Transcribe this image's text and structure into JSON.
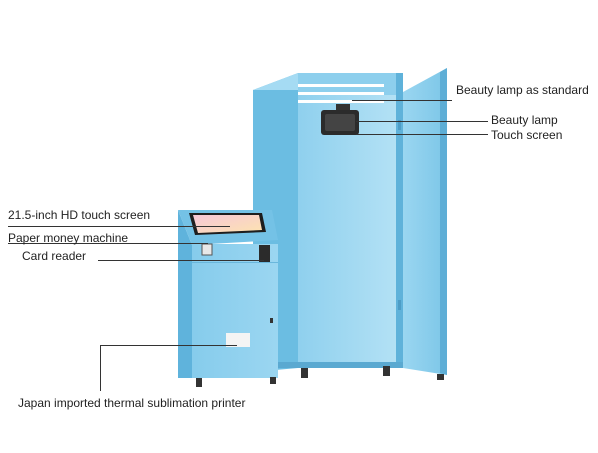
{
  "labels": {
    "beauty_lamp_standard": "Beauty lamp as standard",
    "beauty_lamp": "Beauty lamp",
    "touch_screen": "Touch screen",
    "hd_touch_screen": "21.5-inch HD touch screen",
    "paper_money": "Paper money machine",
    "card_reader": "Card reader",
    "printer": "Japan imported thermal sublimation printer"
  },
  "colors": {
    "cabinet_front": "#7ec8e8",
    "cabinet_side": "#5fb6dd",
    "cabinet_dark": "#4ea6cf",
    "cabinet_light": "#a9dcf2",
    "line": "#333333"
  }
}
